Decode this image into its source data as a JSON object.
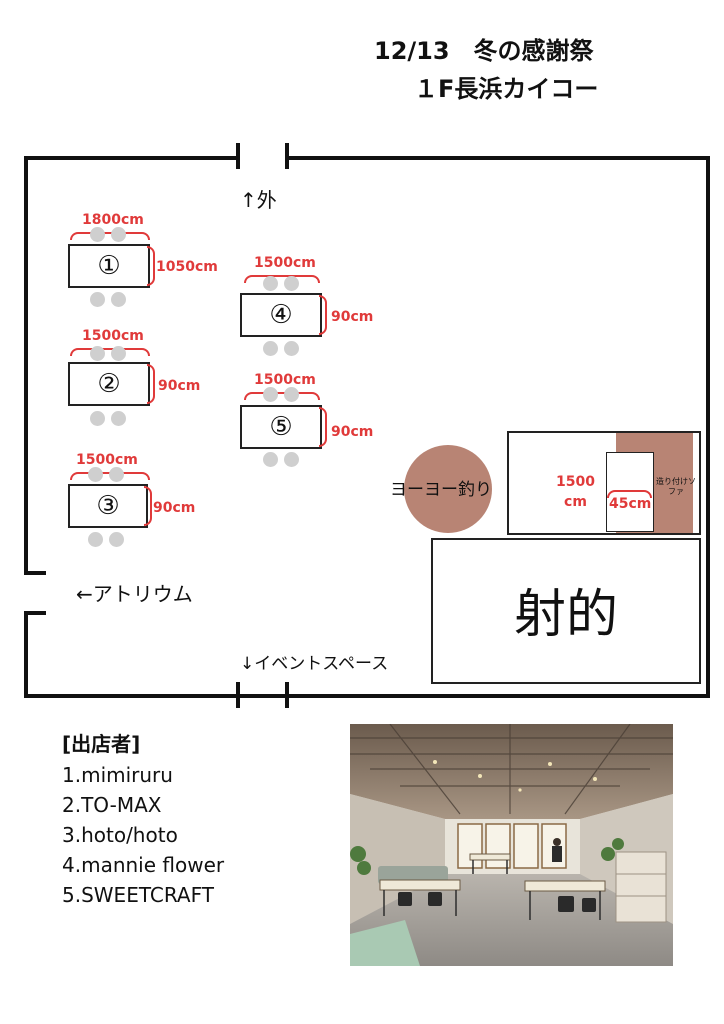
{
  "header": {
    "line1": "12/13　冬の感謝祭",
    "line2": "１F長浜カイコー"
  },
  "map": {
    "labels": {
      "outside": "↑外",
      "atrium": "←アトリウム",
      "event_space": "↓イベントスペース",
      "yoyo": "ヨーヨー釣り",
      "shateki": "射的",
      "sofa": "造り付けソファ"
    },
    "tables": [
      {
        "num": "①",
        "width": "1800cm",
        "depth": "1050cm"
      },
      {
        "num": "②",
        "width": "1500cm",
        "depth": "90cm"
      },
      {
        "num": "③",
        "width": "1500cm",
        "depth": "90cm"
      },
      {
        "num": "④",
        "width": "1500cm",
        "depth": "90cm"
      },
      {
        "num": "⑤",
        "width": "1500cm",
        "depth": "90cm"
      }
    ],
    "sofa_table": {
      "height": "1500\ncm",
      "width": "45cm"
    },
    "colors": {
      "dimension": "#e03a3a",
      "yoyo": "#b88474",
      "sofa": "#b88474",
      "chair": "#cfcfcf"
    }
  },
  "vendors": {
    "heading": "[出店者]",
    "items": [
      "1.mimiruru",
      "2.TO-MAX",
      "3.hoto/hoto",
      "4.mannie flower",
      "5.SWEETCRAFT"
    ]
  }
}
